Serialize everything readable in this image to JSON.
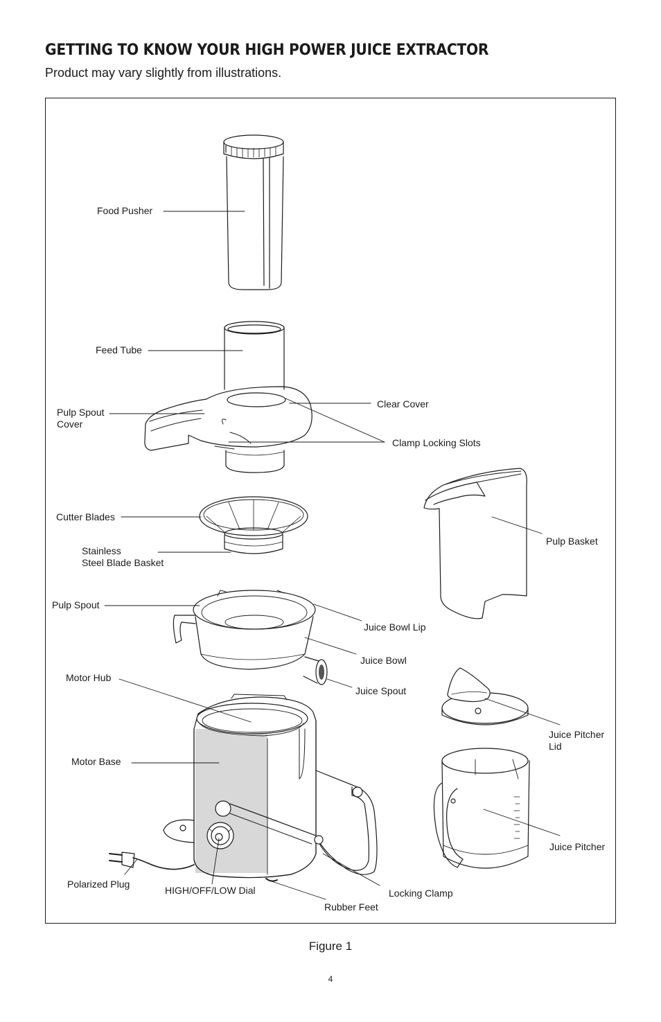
{
  "header": {
    "title": "GETTING TO KNOW YOUR HIGH POWER JUICE EXTRACTOR",
    "subtitle": "Product may vary slightly from illustrations."
  },
  "labels": {
    "food_pusher": "Food Pusher",
    "feed_tube": "Feed Tube",
    "clear_cover": "Clear Cover",
    "pulp_spout_cover_1": "Pulp Spout",
    "pulp_spout_cover_2": "Cover",
    "clamp_locking_slots": "Clamp Locking Slots",
    "cutter_blades": "Cutter Blades",
    "blade_basket_1": "Stainless",
    "blade_basket_2": "Steel Blade Basket",
    "pulp_basket": "Pulp Basket",
    "pulp_spout": "Pulp Spout",
    "juice_bowl_lip": "Juice Bowl Lip",
    "juice_bowl": "Juice Bowl",
    "motor_hub": "Motor Hub",
    "juice_spout": "Juice Spout",
    "pitcher_lid_1": "Juice Pitcher",
    "pitcher_lid_2": "Lid",
    "motor_base": "Motor Base",
    "juice_pitcher": "Juice Pitcher",
    "polarized_plug": "Polarized Plug",
    "dial": "HIGH/OFF/LOW Dial",
    "locking_clamp": "Locking Clamp",
    "rubber_feet": "Rubber Feet"
  },
  "figure_caption": "Figure 1",
  "page_number": "4"
}
